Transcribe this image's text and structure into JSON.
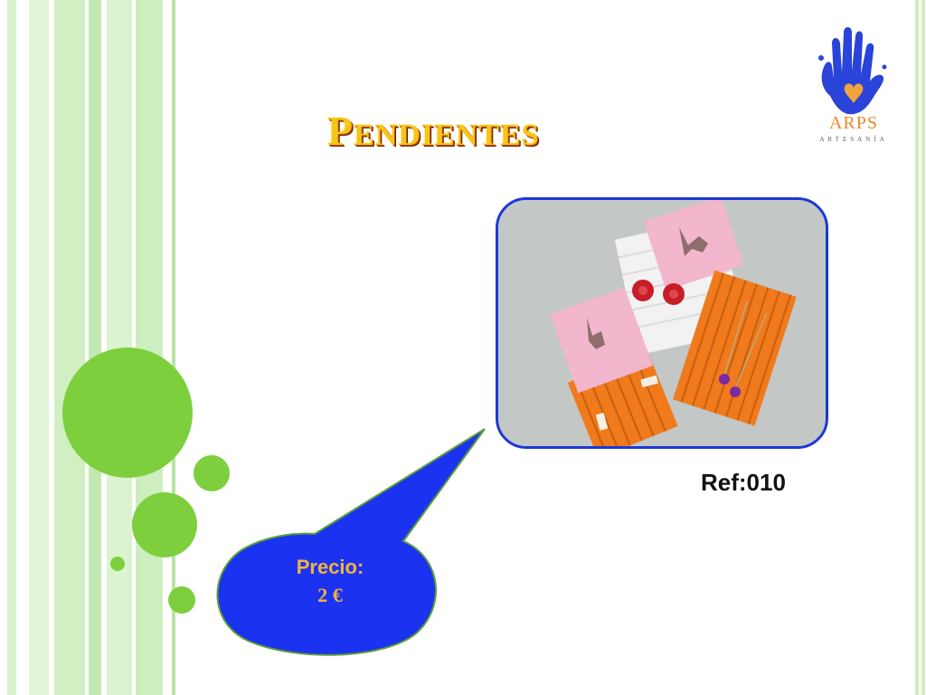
{
  "slide": {
    "title": "Pendientes",
    "reference": "Ref:010",
    "price_label": "Precio:",
    "price_value": "2 €"
  },
  "logo": {
    "name": "ARPS",
    "subtitle": "ARTESANÍA"
  },
  "colors": {
    "accent_green": "#7dcf3e",
    "stripe_green": "#cfeec0",
    "frame_blue": "#1d38d6",
    "bubble_blue": "#1b33f0",
    "bubble_border": "#5b9b3a",
    "title_yellow": "#f7c518",
    "price_orange": "#f2b43a",
    "logo_orange": "#e98a2a"
  },
  "icons": [
    "hand-print-icon",
    "heart-icon"
  ]
}
